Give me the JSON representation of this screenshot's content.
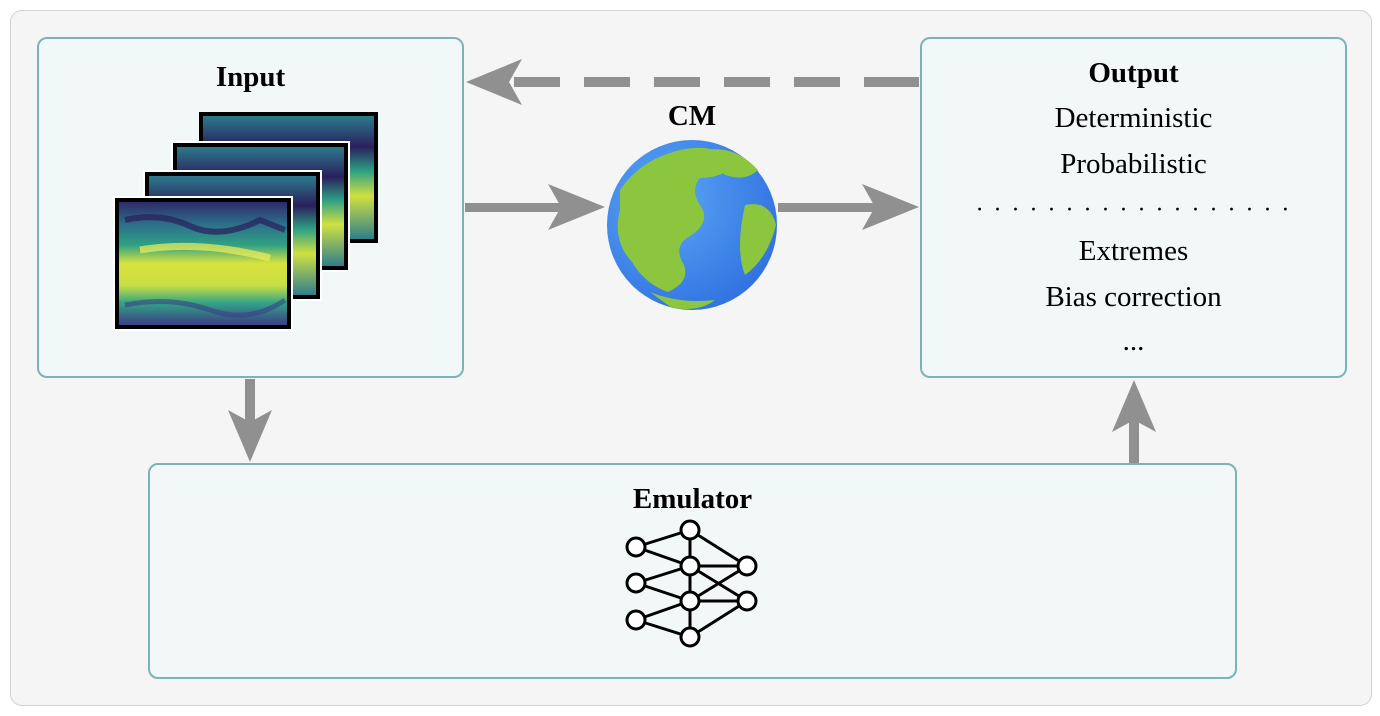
{
  "input": {
    "title": "Input"
  },
  "cm": {
    "label": "CM"
  },
  "output": {
    "title": "Output",
    "items": [
      "Deterministic",
      "Probabilistic",
      "Extremes",
      "Bias correction",
      "..."
    ],
    "separator": "· · · · · · · · · · · · · · · · · ·"
  },
  "emulator": {
    "title": "Emulator"
  },
  "colors": {
    "box_fill": "#f2f8f8",
    "box_border": "#7cb3b3",
    "arrow": "#909090",
    "map_low": "#2f1b5c",
    "map_mid": "#2a9d8f",
    "map_high": "#e6e53a",
    "globe_ocean": "#3b82f6",
    "globe_land": "#8cc63f"
  },
  "icons": [
    "weather-map-stack-icon",
    "earth-globe-icon",
    "neural-network-icon"
  ]
}
